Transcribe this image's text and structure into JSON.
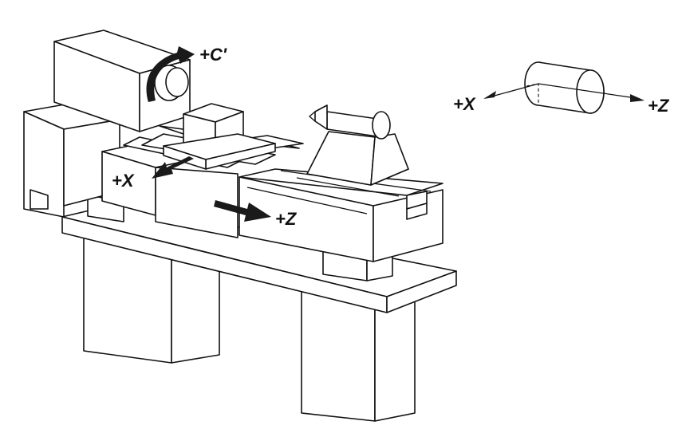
{
  "labels": {
    "rotation_c": "+C'",
    "machine_x": "+X",
    "machine_z": "+Z",
    "axis_x": "+X",
    "axis_z": "+Z"
  },
  "colors": {
    "stroke": "#111111",
    "arrow": "#1a1a1a",
    "background": "#ffffff"
  }
}
